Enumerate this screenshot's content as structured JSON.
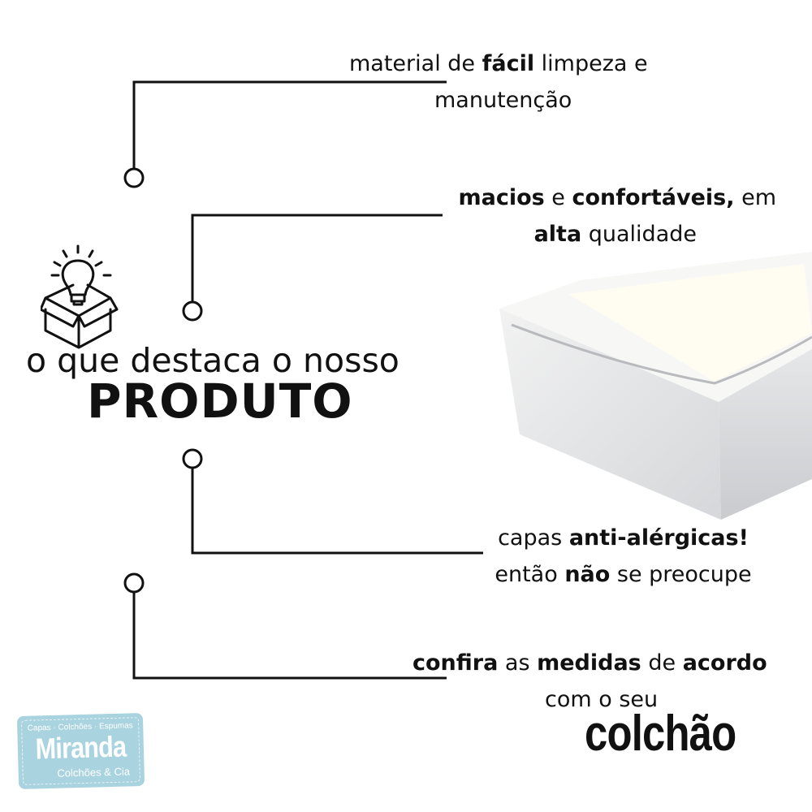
{
  "features": [
    {
      "parts": [
        {
          "t": "material de ",
          "b": false
        },
        {
          "t": "fácil",
          "b": true
        },
        {
          "t": " limpeza e",
          "b": false
        }
      ],
      "line2": [
        {
          "t": "manutenção",
          "b": false
        }
      ]
    },
    {
      "parts": [
        {
          "t": "macios",
          "b": true
        },
        {
          "t": " e ",
          "b": false
        },
        {
          "t": "confortáveis,",
          "b": true
        },
        {
          "t": " em",
          "b": false
        }
      ],
      "line2": [
        {
          "t": "alta",
          "b": true
        },
        {
          "t": " qualidade",
          "b": false
        }
      ]
    },
    {
      "parts": [
        {
          "t": "capas ",
          "b": false
        },
        {
          "t": "anti-alérgicas!",
          "b": true
        }
      ],
      "line2": [
        {
          "t": "então ",
          "b": false
        },
        {
          "t": "não",
          "b": true
        },
        {
          "t": " se preocupe",
          "b": false
        }
      ]
    },
    {
      "parts": [
        {
          "t": "confira",
          "b": true
        },
        {
          "t": " as ",
          "b": false
        },
        {
          "t": "medidas",
          "b": true
        },
        {
          "t": " de ",
          "b": false
        },
        {
          "t": "acordo",
          "b": true
        }
      ],
      "line2": [
        {
          "t": "com o seu",
          "b": false
        }
      ]
    }
  ],
  "headline": {
    "line1": "o que destaca o nosso",
    "line2": "PRODUTO"
  },
  "highlight_word": "colchão",
  "logo": {
    "tagline": "Capas · Colchões · Espumas",
    "brand": "Miranda",
    "subtitle": "Colchões & Cia",
    "color": "#a9d3df"
  },
  "icons": {
    "headline": "lightbulb-box-icon"
  }
}
